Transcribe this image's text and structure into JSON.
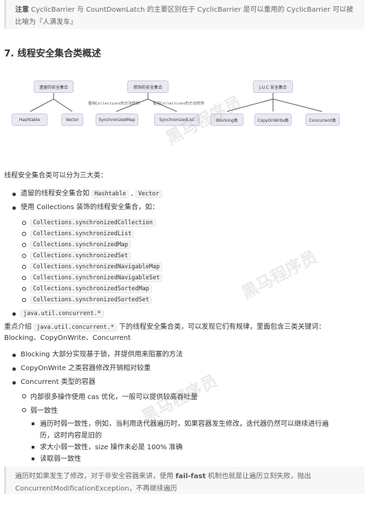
{
  "quote_top": {
    "bold": "注意",
    "text": " CyclicBarrier 与 CountDownLatch 的主要区别在于 CyclicBarrier 是可以重用的 CyclicBarrier 可以被比喻为『人满发车』"
  },
  "section_title": "7. 线程安全集合类概述",
  "diagram": {
    "groups": [
      {
        "label": "遗留的安全集合",
        "children": [
          "Hashtable",
          "Vector"
        ]
      },
      {
        "label": "修饰的安全集合",
        "children": [
          "SynchronizedMap",
          "SynchronizedList"
        ],
        "edge_labels": [
          "使用Collections的方法修饰",
          "使用Collections的方法修饰"
        ]
      },
      {
        "label": "J.U.C 安全集合",
        "children": [
          "Blocking类",
          "CopyOnWrite类",
          "Concurrent类"
        ]
      }
    ],
    "node_color": "#e9e9f3"
  },
  "intro": "线程安全集合类可以分为三大类：",
  "list1": {
    "legacy_prefix": "遗留的线程安全集合如",
    "legacy_codes": [
      "Hashtable",
      "Vector"
    ],
    "legacy_sep": ",",
    "wrapped_text": "使用 Collections 装饰的线程安全集合，如：",
    "wrapped_items": [
      "Collections.synchronizedCollection",
      "Collections.synchronizedList",
      "Collections.synchronizedMap",
      "Collections.synchronizedSet",
      "Collections.synchronizedNavigableMap",
      "Collections.synchronizedNavigableSet",
      "Collections.synchronizedSortedMap",
      "Collections.synchronizedSortedSet"
    ],
    "juc_code": "java.util.concurrent.*"
  },
  "focus": {
    "prefix": "重点介绍",
    "code": "java.util.concurrent.*",
    "suffix": "下的线程安全集合类，可以发现它们有规律，里面包含三类关键词：",
    "line2": "Blocking、CopyOnWrite、Concurrent"
  },
  "list2": {
    "items": [
      "Blocking 大部分实现基于锁，并提供用来阻塞的方法",
      "CopyOnWrite 之类容器修改开销相对较重",
      "Concurrent 类型的容器"
    ],
    "sub": [
      "内部很多操作使用 cas 优化，一般可以提供较高吞吐量",
      "弱一致性"
    ],
    "subsub": [
      "遍历时弱一致性，例如，当利用迭代器遍历时，如果容器发生修改，迭代器仍然可以继续进行遍历，这时内容是旧的",
      "求大小弱一致性，size 操作未必是 100% 准确",
      "读取弱一致性"
    ]
  },
  "quote_bottom": {
    "prefix": "遍历时如果发生了修改，对于非安全容器来讲，使用 ",
    "bold": "fail-fast",
    "suffix": " 机制也就是让遍历立刻失败，抛出 ConcurrentModificationException，不再继续遍历"
  },
  "watermark": "黑马程序员"
}
